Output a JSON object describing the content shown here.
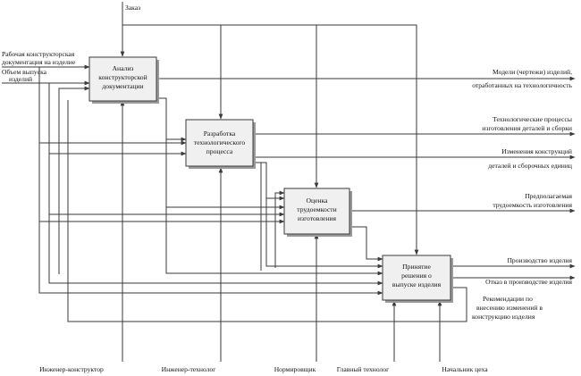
{
  "inputs": {
    "order": "Заказ",
    "design_docs": [
      "Рабочая конструкторская",
      "документация на изделие"
    ],
    "volume": [
      "Объем выпуска",
      "изделий"
    ]
  },
  "boxes": [
    {
      "id": "analysis",
      "lines": [
        "Анализ",
        "конструкторской",
        "документации"
      ]
    },
    {
      "id": "tech-process",
      "lines": [
        "Разработка",
        "технологического",
        "процесса"
      ]
    },
    {
      "id": "labor-estimate",
      "lines": [
        "Оценка",
        "трудоемкости",
        "изготовления"
      ]
    },
    {
      "id": "release-decision",
      "lines": [
        "Принятие",
        "решения о",
        "выпуске изделия"
      ]
    }
  ],
  "outputs": [
    {
      "id": "models",
      "lines": [
        "Модели (чертежи) изделий,",
        "отработанных на технологичность"
      ]
    },
    {
      "id": "tech-processes",
      "lines": [
        "Технологические процессы",
        "изготовления деталей и сборки"
      ]
    },
    {
      "id": "design-changes",
      "lines": [
        "Изменения конструкций",
        "деталей и сборочных единиц"
      ]
    },
    {
      "id": "expected-labor",
      "lines": [
        "Предполагаемая",
        "трудоемкость изготовления"
      ]
    },
    {
      "id": "production",
      "lines": [
        "Производство изделия"
      ]
    },
    {
      "id": "refusal",
      "lines": [
        "Отказ в производстве изделия"
      ]
    },
    {
      "id": "recommendations",
      "lines": [
        "Рекомендации по",
        "внесению изменений в",
        "конструкцию изделия"
      ]
    }
  ],
  "mechanisms": [
    {
      "id": "design-engineer",
      "label": "Инженер-конструктор"
    },
    {
      "id": "process-engineer",
      "label": "Инженер-технолог"
    },
    {
      "id": "rate-setter",
      "label": "Нормировщик"
    },
    {
      "id": "chief-technologist",
      "label": "Главный технолог"
    },
    {
      "id": "shop-manager",
      "label": "Начальник цеха"
    }
  ]
}
